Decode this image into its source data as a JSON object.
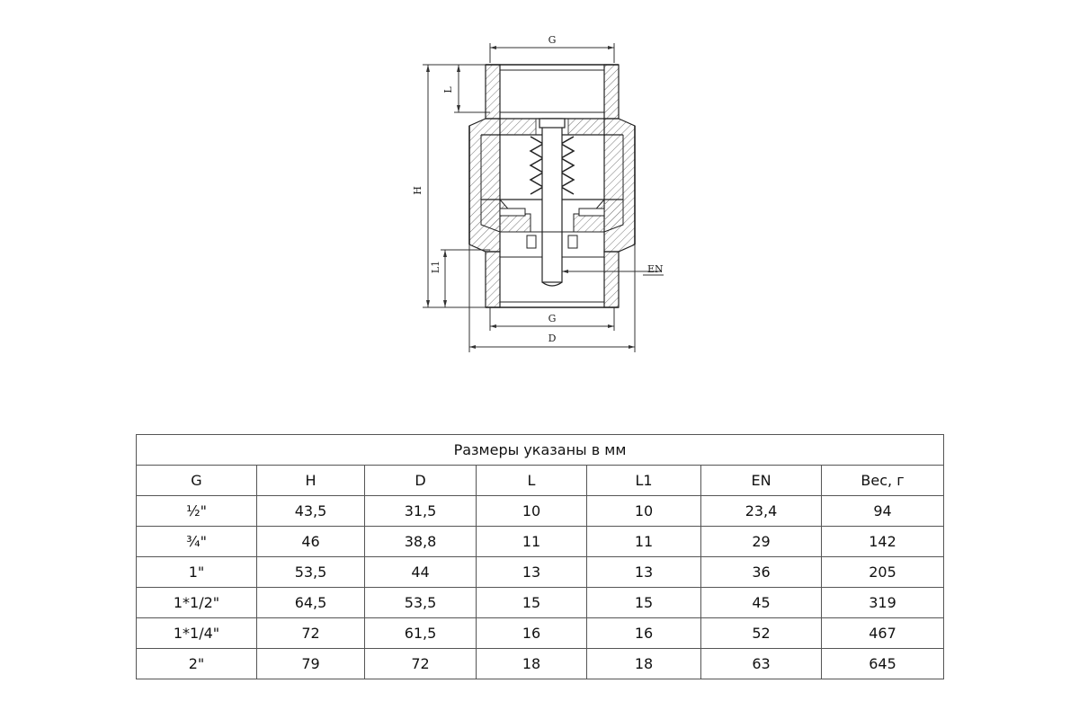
{
  "diagram": {
    "labels": {
      "g_top": "G",
      "g_bottom": "G",
      "l": "L",
      "h": "H",
      "l1": "L1",
      "en": "EN",
      "d": "D"
    }
  },
  "table": {
    "caption": "Размеры указаны в мм",
    "headers": [
      "G",
      "H",
      "D",
      "L",
      "L1",
      "EN",
      "Вес, г"
    ],
    "rows": [
      [
        "½\"",
        "43,5",
        "31,5",
        "10",
        "10",
        "23,4",
        "94"
      ],
      [
        "¾\"",
        "46",
        "38,8",
        "11",
        "11",
        "29",
        "142"
      ],
      [
        "1\"",
        "53,5",
        "44",
        "13",
        "13",
        "36",
        "205"
      ],
      [
        "1*1/2\"",
        "64,5",
        "53,5",
        "15",
        "15",
        "45",
        "319"
      ],
      [
        "1*1/4\"",
        "72",
        "61,5",
        "16",
        "16",
        "52",
        "467"
      ],
      [
        "2\"",
        "79",
        "72",
        "18",
        "18",
        "63",
        "645"
      ]
    ]
  }
}
